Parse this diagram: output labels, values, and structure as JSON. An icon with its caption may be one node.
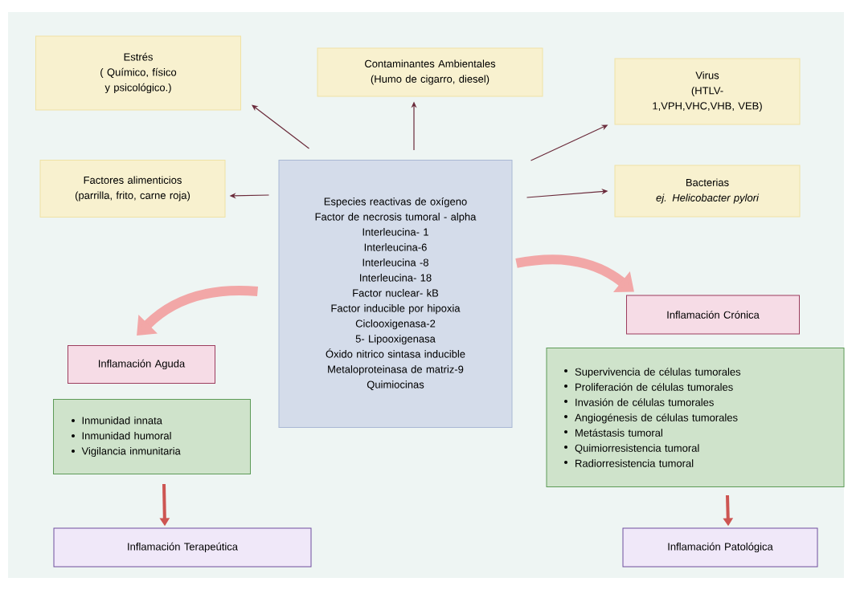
{
  "diagram": {
    "nodes": [
      {
        "text": [
          "Estrés",
          "( Químico, físico y psicológico.)"
        ]
      },
      {
        "text": [
          "Contaminantes Ambientales",
          "(Humo de cigarro, diesel)"
        ]
      },
      {
        "text": [
          "Virus",
          "(HTLV-1,VPH,VHC,VHB, VEB)"
        ]
      },
      {
        "text": [
          "Factores alimenticios",
          "(parrilla, frito, carne roja)"
        ]
      },
      {
        "text": [
          "Especies reactivas de oxígeno",
          "Factor de necrosis tumoral - alpha",
          "Interleucina- 1",
          "Interleucina-6",
          "Interleucina -8",
          "Interleucina- 18",
          "Factor nuclear- kB",
          "Factor inducible por hipoxia",
          "Ciclooxigenasa-2",
          "5- Lipooxigenasa",
          "Óxido nitrico sintasa inducible",
          "Metaloproteinasa de matriz-9",
          "Quimiocinas"
        ]
      },
      {
        "text": [
          "Bacterias",
          "ej. Helicobacter pylori"
        ]
      },
      {
        "text": [
          "Inflamación Aguda"
        ]
      },
      {
        "text": [
          "Inflamación Crónica"
        ]
      },
      {
        "text": [
          "Inmunidad innata",
          "Inmunidad humoral",
          "Vigilancia inmunitaria"
        ]
      },
      {
        "text": [
          "Supervivencia de células tumorales",
          "Proliferación de células tumorales",
          "Invasión de células tumorales",
          "Angiogénesis de células tumorales",
          "Metástasis tumoral",
          "Quimiorresistencia tumoral",
          "Radiorresistencia  tumoral"
        ]
      },
      {
        "text": [
          "Inflamación Terapeútica"
        ]
      },
      {
        "text": [
          "Inflamación Patológica"
        ]
      }
    ],
    "edges": [
      {
        "from": 4,
        "to": 0,
        "arrow": "to"
      },
      {
        "from": 4,
        "to": 1,
        "arrow": "to"
      },
      {
        "from": 4,
        "to": 2,
        "arrow": "to"
      },
      {
        "from": 4,
        "to": 3,
        "arrow": "to"
      },
      {
        "from": 4,
        "to": 5,
        "arrow": "to"
      },
      {
        "from": 4,
        "to": 6,
        "arrow": "to",
        "style": "thick",
        "color": "#f2a7a7"
      },
      {
        "from": 4,
        "to": 7,
        "arrow": "to",
        "style": "thick",
        "color": "#f2a7a7"
      },
      {
        "from": 8,
        "to": 10,
        "arrow": "to",
        "style": "thick",
        "color": "#cd5552"
      },
      {
        "from": 9,
        "to": 11,
        "arrow": "to",
        "style": "thick",
        "color": "#cd5552"
      }
    ]
  }
}
